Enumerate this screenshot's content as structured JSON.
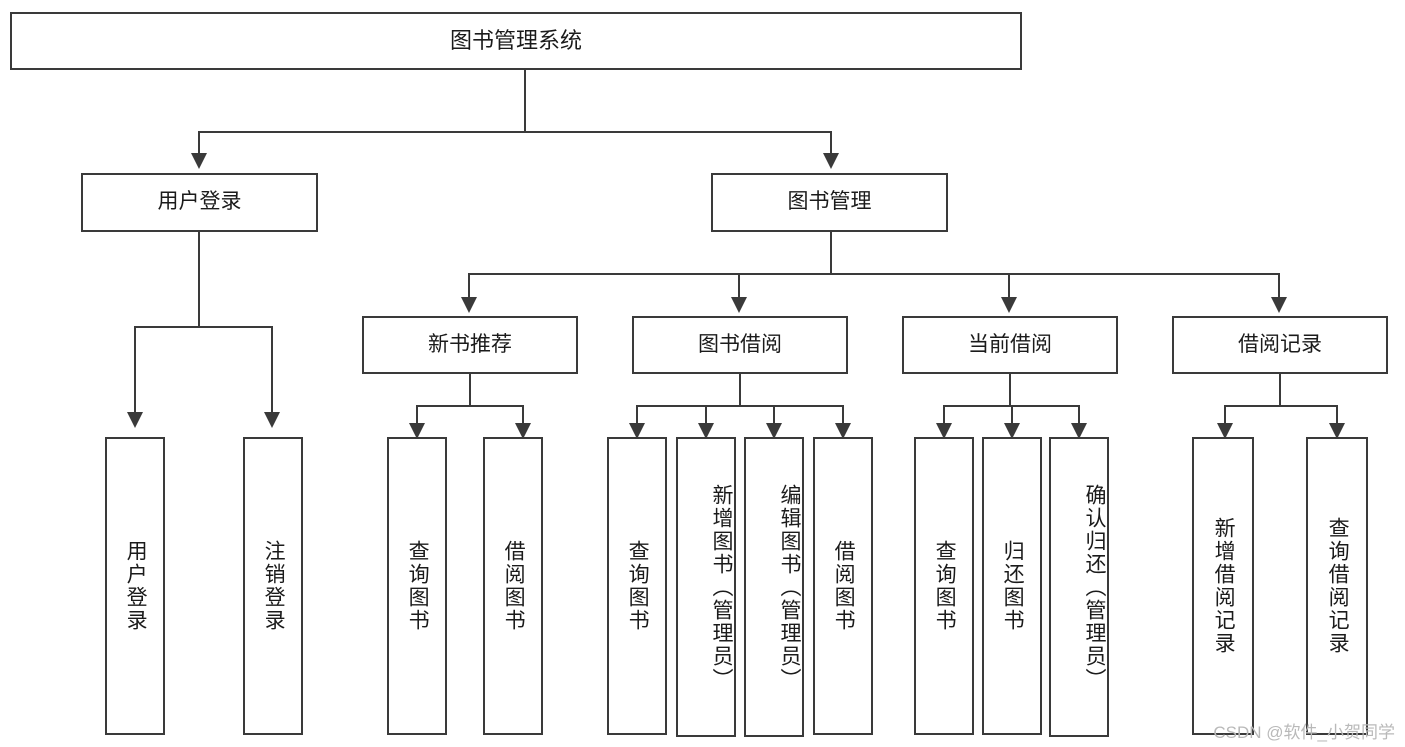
{
  "diagram": {
    "title": "图书管理系统",
    "watermark": "CSDN @软件_小贺同学",
    "type": "tree-hierarchy-chart",
    "colors": {
      "stroke": "#3a3a3a",
      "fill": "#ffffff",
      "text": "#1b1b1b",
      "watermark": "#b9b9b9"
    },
    "root": {
      "label": "图书管理系统"
    },
    "level1": [
      {
        "id": "user-login",
        "label": "用户登录"
      },
      {
        "id": "book-manage",
        "label": "图书管理"
      }
    ],
    "level2": [
      {
        "id": "new-book-recommend",
        "label": "新书推荐"
      },
      {
        "id": "book-borrow",
        "label": "图书借阅"
      },
      {
        "id": "current-borrow",
        "label": "当前借阅"
      },
      {
        "id": "borrow-record",
        "label": "借阅记录"
      }
    ],
    "leaves": {
      "user_login": [
        {
          "id": "leaf-user-login",
          "label": "用户登录"
        },
        {
          "id": "leaf-logout-login",
          "label": "注销登录"
        }
      ],
      "new_book_recommend": [
        {
          "id": "leaf-query-book-1",
          "label": "查询图书"
        },
        {
          "id": "leaf-borrow-book-1",
          "label": "借阅图书"
        }
      ],
      "book_borrow": [
        {
          "id": "leaf-query-book-2",
          "label": "查询图书"
        },
        {
          "id": "leaf-add-book",
          "label": "新增图书（管理员）"
        },
        {
          "id": "leaf-edit-book",
          "label": "编辑图书（管理员）"
        },
        {
          "id": "leaf-borrow-book-2",
          "label": "借阅图书"
        }
      ],
      "current_borrow": [
        {
          "id": "leaf-query-book-3",
          "label": "查询图书"
        },
        {
          "id": "leaf-return-book",
          "label": "归还图书"
        },
        {
          "id": "leaf-confirm-return",
          "label": "确认归还（管理员）"
        }
      ],
      "borrow_record": [
        {
          "id": "leaf-add-borrow-record",
          "label": "新增借阅记录"
        },
        {
          "id": "leaf-query-borrow-record",
          "label": "查询借阅记录"
        }
      ]
    }
  }
}
